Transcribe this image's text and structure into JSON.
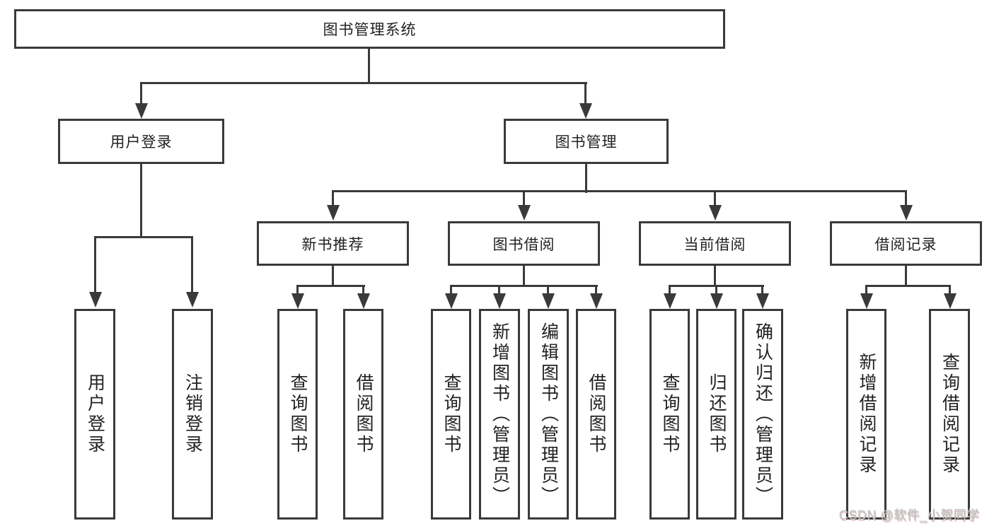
{
  "diagram": {
    "root": {
      "label": "图书管理系统"
    },
    "level2": [
      {
        "label": "用户登录"
      },
      {
        "label": "图书管理"
      }
    ],
    "level3": [
      {
        "label": "新书推荐"
      },
      {
        "label": "图书借阅"
      },
      {
        "label": "当前借阅"
      },
      {
        "label": "借阅记录"
      }
    ],
    "leaves": [
      {
        "label": "用户登录"
      },
      {
        "label": "注销登录"
      },
      {
        "label": "查询图书"
      },
      {
        "label": "借阅图书"
      },
      {
        "label": "查询图书"
      },
      {
        "label": "新增图书（管理员）"
      },
      {
        "label": "编辑图书（管理员）"
      },
      {
        "label": "借阅图书"
      },
      {
        "label": "查询图书"
      },
      {
        "label": "归还图书"
      },
      {
        "label": "确认归还（管理员）"
      },
      {
        "label": "新增借阅记录"
      },
      {
        "label": "查询借阅记录"
      }
    ]
  },
  "watermark": {
    "text": "CSDN @软件_小贺同学"
  },
  "colors": {
    "line": "#3a3a3a",
    "text": "#222222",
    "background": "#ffffff",
    "watermark": "#c6c6c6"
  }
}
